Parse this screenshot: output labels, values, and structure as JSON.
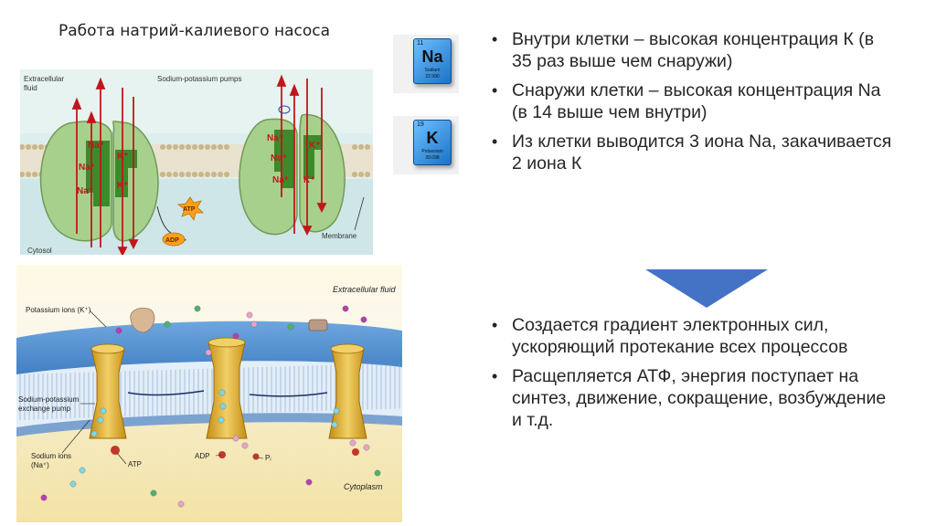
{
  "slide": {
    "title": "Работа натрий-калиевого насоса"
  },
  "top_diagram": {
    "label_extracellular_1": "Extracellular",
    "label_extracellular_2": "fluid",
    "label_pumps": "Sodium-potassium pumps",
    "label_membrane": "Membrane",
    "label_cytosol": "Cytosol",
    "label_na": "Na⁺",
    "label_k": "K⁺",
    "label_atp": "ATP",
    "label_adp": "ADP"
  },
  "bottom_diagram": {
    "label_extracellular": "Extracellular fluid",
    "label_potassium": "Potassium ions (K⁺)",
    "label_pump_1": "Sodium-potassium",
    "label_pump_2": "exchange pump",
    "label_sodium_1": "Sodium ions",
    "label_sodium_2": "(Na⁺)",
    "label_atp": "ATP",
    "label_adp": "ADP",
    "label_pi": "Pᵢ",
    "label_cytoplasm": "Cytoplasm"
  },
  "element_tiles": [
    {
      "number": "11",
      "symbol": "Na",
      "name": "Sodium",
      "mass": "22.990"
    },
    {
      "number": "19",
      "symbol": "K",
      "name": "Potassium",
      "mass": "39.098"
    }
  ],
  "bullets_top": [
    "Внутри клетки – высокая концентрация К (в 35 раз выше чем снаружи)",
    "Снаружи клетки – высокая концентрация Na (в 14 выше чем внутри)",
    "Из клетки выводится 3 иона Na, закачивается 2 иона К"
  ],
  "bullets_bottom": [
    "Создается градиент электронных сил, ускоряющий протекание всех процессов",
    "Расщепляется АТФ, энергия поступает на синтез, движение, сокращение, возбуждение и т.д."
  ],
  "colors": {
    "arrow_blue": "#4472c4",
    "protein_green": "#a8d08d",
    "pump_gold": "#e0b43a",
    "tile_blue": "#2f8ae0"
  }
}
